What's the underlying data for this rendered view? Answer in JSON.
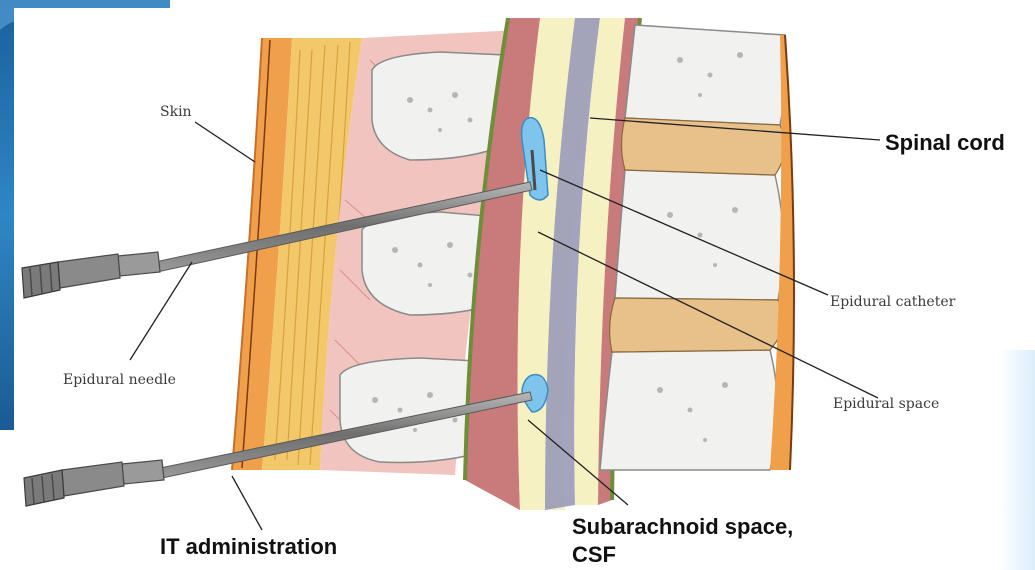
{
  "labels": {
    "skin": "Skin",
    "epidural_needle": "Epidural needle",
    "epidural_catheter": "Epidural catheter",
    "epidural_space": "Epidural space",
    "spinal_cord": "Spinal cord",
    "it_administration": "IT administration",
    "subarachnoid_line1": "Subarachnoid space,",
    "subarachnoid_line2": "CSF"
  },
  "colors": {
    "background_left": "#1e6aa8",
    "skin_orange": "#f0a04a",
    "fat_yellow": "#f2c86a",
    "muscle_pink": "#f2c4c0",
    "bone_white": "#f1f1f0",
    "disc_tan": "#e8c08a",
    "dura_rose": "#c97a7a",
    "dura_green": "#7a9a4a",
    "csf_yellow": "#f6f1c2",
    "cord_grey": "#9a9ab8",
    "injectate_blue": "#7ec4ec",
    "needle_grey": "#8a8a8a"
  }
}
